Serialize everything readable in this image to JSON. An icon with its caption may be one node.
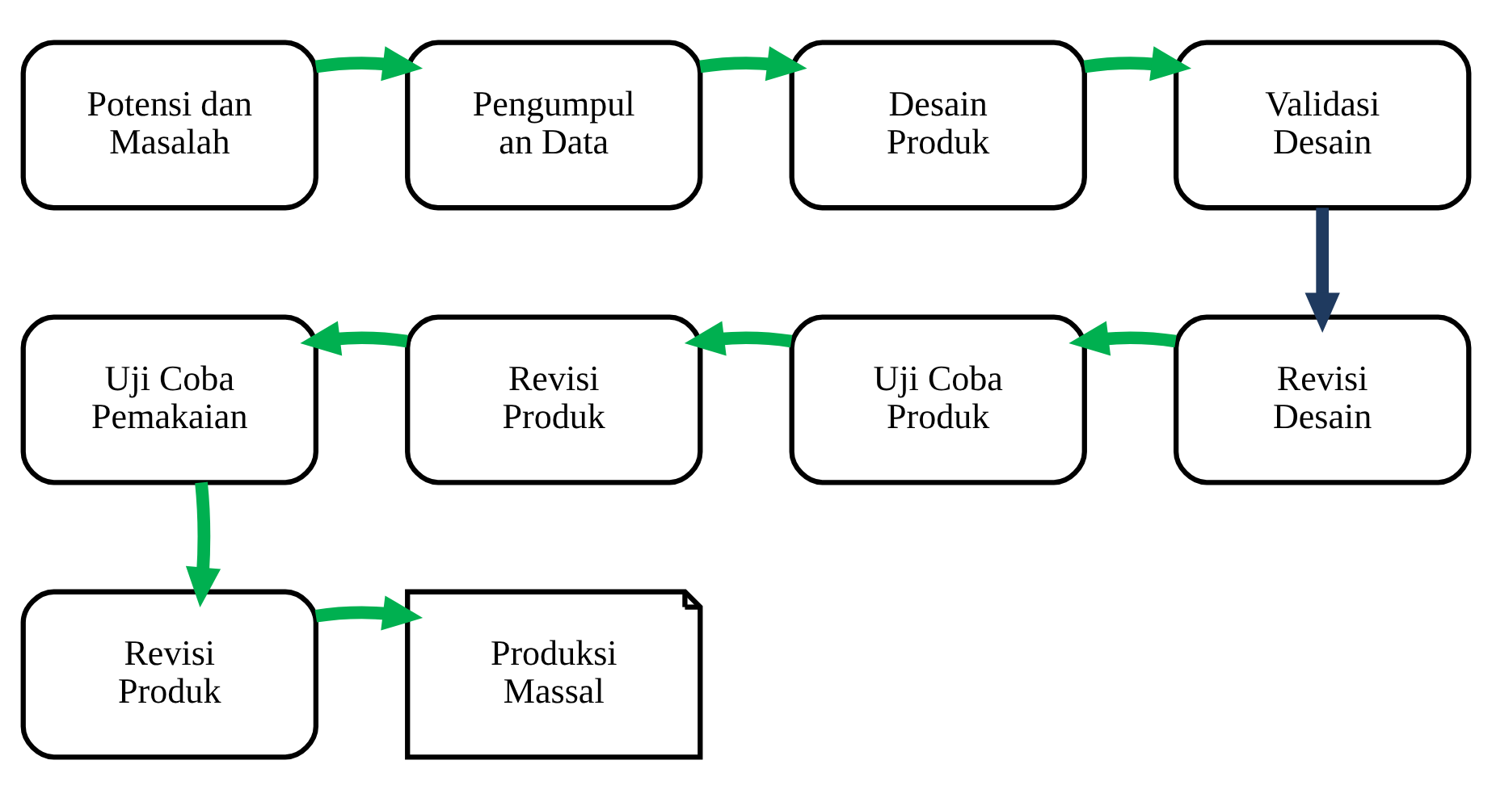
{
  "diagram": {
    "nodes": [
      {
        "text": [
          "Potensi dan Masalah"
        ]
      },
      {
        "text": [
          "Pengumpul an Data"
        ]
      },
      {
        "text": [
          "Desain Produk"
        ]
      },
      {
        "text": [
          "Validasi Desain"
        ]
      },
      {
        "text": [
          "Revisi Desain"
        ]
      },
      {
        "text": [
          "Uji Coba Produk"
        ]
      },
      {
        "text": [
          "Revisi Produk"
        ]
      },
      {
        "text": [
          "Uji Coba Pemakaian"
        ]
      },
      {
        "text": [
          "Revisi Produk"
        ]
      },
      {
        "text": [
          "Produksi Massal"
        ]
      }
    ],
    "edges": [
      {
        "from": 0,
        "to": 1,
        "arrow": "to"
      },
      {
        "from": 1,
        "to": 2,
        "arrow": "to"
      },
      {
        "from": 2,
        "to": 3,
        "arrow": "to"
      },
      {
        "from": 3,
        "to": 4,
        "arrow": "to",
        "color": "#1f3a5f"
      },
      {
        "from": 4,
        "to": 5,
        "arrow": "to"
      },
      {
        "from": 5,
        "to": 6,
        "arrow": "to"
      },
      {
        "from": 6,
        "to": 7,
        "arrow": "to"
      },
      {
        "from": 7,
        "to": 8,
        "arrow": "to"
      },
      {
        "from": 8,
        "to": 9,
        "arrow": "to"
      }
    ]
  }
}
